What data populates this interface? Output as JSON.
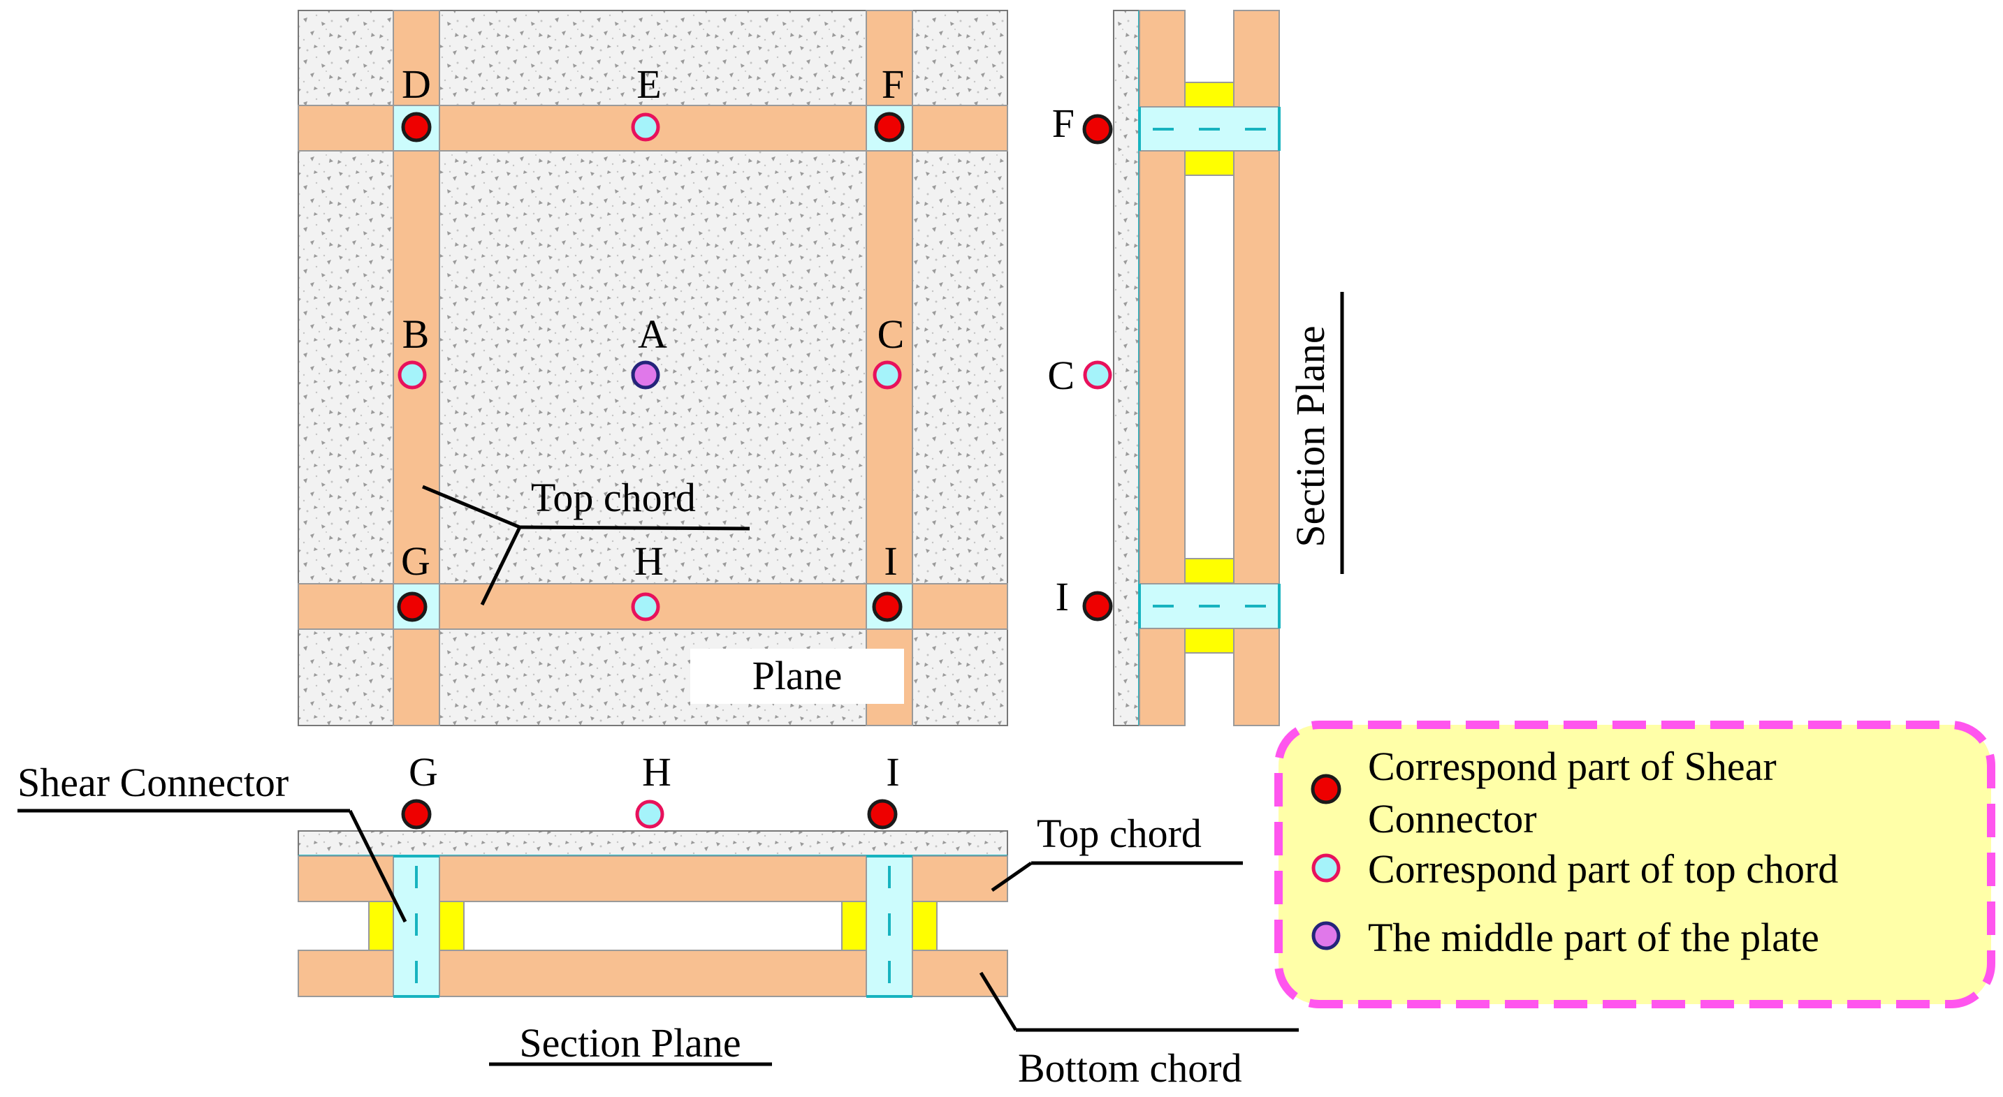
{
  "colors": {
    "concrete": "#f2f2f2",
    "chord": "#f8c091",
    "chord_stroke": "#9a9a9a",
    "connector": "#ccfcfd",
    "connector_line": "#17b3bf",
    "spacer": "#ffff00",
    "red_marker": "#ee0000",
    "cyan_marker": "#a5f3fa",
    "cyan_marker_ring": "#e8115b",
    "purple_marker": "#e078ea",
    "purple_marker_ring": "#24247a",
    "legend_fill": "#ffffa8",
    "legend_border": "#ff55ee"
  },
  "plan": {
    "point_labels": {
      "D": "D",
      "E": "E",
      "F": "F",
      "B": "B",
      "A": "A",
      "C": "C",
      "G": "G",
      "H": "H",
      "I": "I"
    },
    "top_chord_label": "Top chord",
    "plane_label": "Plane"
  },
  "side_section": {
    "point_labels": {
      "F": "F",
      "C": "C",
      "I": "I"
    },
    "title": "Section Plane"
  },
  "bottom_section": {
    "point_labels": {
      "G": "G",
      "H": "H",
      "I": "I"
    },
    "shear_connector_label": "Shear Connector",
    "top_chord_label": "Top chord",
    "bottom_chord_label": "Bottom chord",
    "title": "Section Plane"
  },
  "legend": {
    "items": [
      {
        "marker": "red",
        "lines": [
          "Correspond part of Shear",
          "Connector"
        ]
      },
      {
        "marker": "cyan",
        "lines": [
          "Correspond part of top chord"
        ]
      },
      {
        "marker": "purple",
        "lines": [
          "The middle part of the plate"
        ]
      }
    ]
  }
}
